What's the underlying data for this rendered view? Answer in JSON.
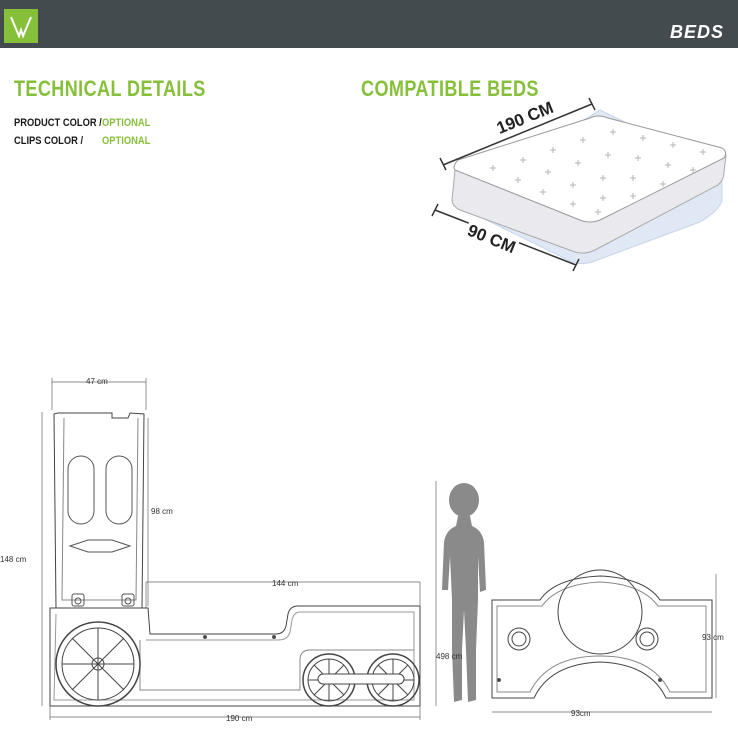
{
  "header": {
    "title": "BEDS"
  },
  "technical_details": {
    "heading": "TECHNICAL DETAILS",
    "rows": [
      {
        "label": "PRODUCT COLOR /",
        "value": "OPTIONAL"
      },
      {
        "label": "CLIPS COLOR /",
        "value": "OPTIONAL"
      }
    ]
  },
  "compatible_beds": {
    "heading": "COMPATIBLE BEDS",
    "length_label": "190 CM",
    "width_label": "90 CM"
  },
  "dimensions": {
    "headboard_width": "47 cm",
    "headboard_inner_height": "98 cm",
    "headboard_height": "148 cm",
    "side_top_length": "144 cm",
    "side_length": "190 cm",
    "figure_height": "498 cm",
    "front_width": "93cm",
    "front_height": "93 cm"
  },
  "colors": {
    "accent": "#86bf3a",
    "header_bg": "#434b4f"
  }
}
